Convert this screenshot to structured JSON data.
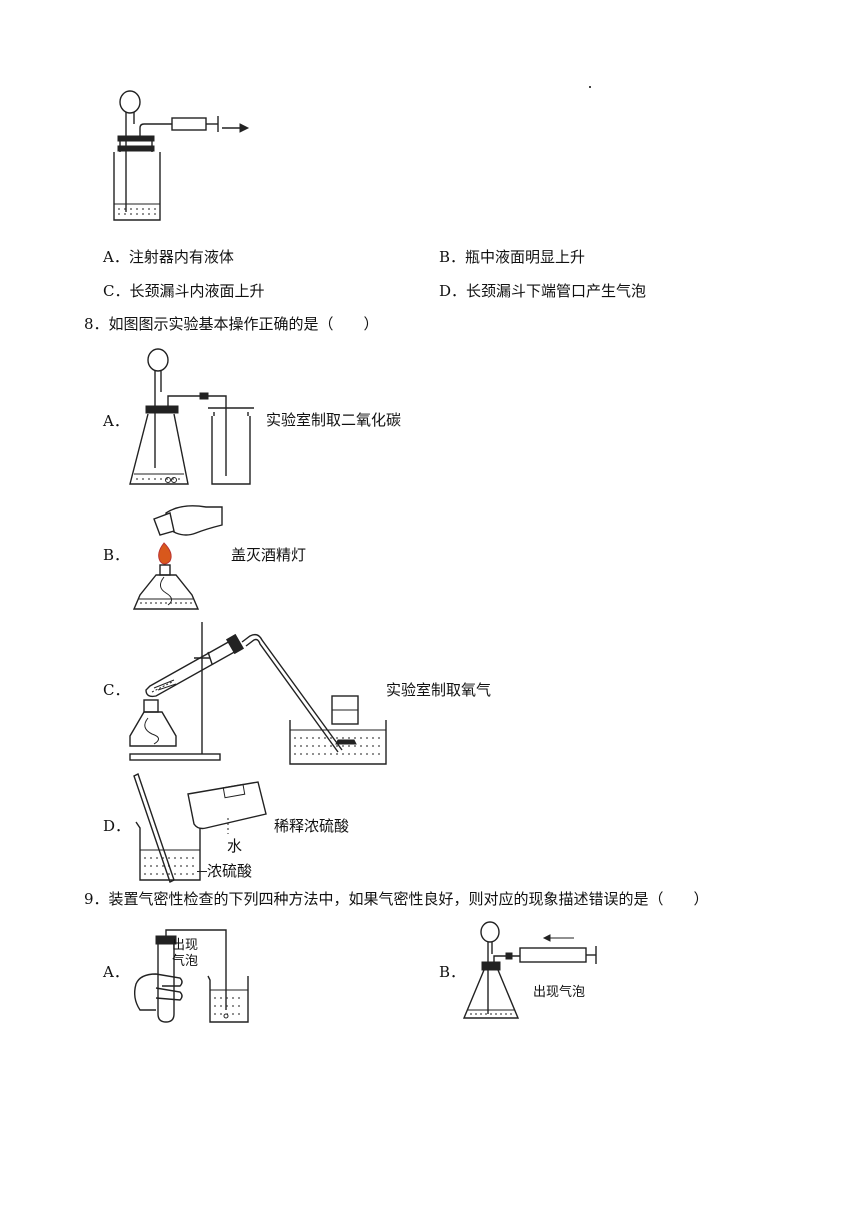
{
  "q7": {
    "options": [
      {
        "letter": "A．",
        "text": "注射器内有液体"
      },
      {
        "letter": "B．",
        "text": "瓶中液面明显上升"
      },
      {
        "letter": "C．",
        "text": "长颈漏斗内液面上升"
      },
      {
        "letter": "D．",
        "text": "长颈漏斗下端管口产生气泡"
      }
    ]
  },
  "q8": {
    "stem": "8．如图图示实验基本操作正确的是（　　）",
    "options": [
      {
        "letter": "A．",
        "caption": "实验室制取二氧化碳"
      },
      {
        "letter": "B．",
        "caption": "盖灭酒精灯"
      },
      {
        "letter": "C．",
        "caption": "实验室制取氧气"
      },
      {
        "letter": "D．",
        "caption": "稀释浓硫酸",
        "labels": [
          "水",
          "浓硫酸"
        ]
      }
    ]
  },
  "q9": {
    "stem": "9．装置气密性检查的下列四种方法中，如果气密性良好，则对应的现象描述错误的是（　　）",
    "options": [
      {
        "letter": "A．",
        "labels": [
          "出现",
          "气泡"
        ]
      },
      {
        "letter": "B．",
        "labels": [
          "出现气泡"
        ]
      }
    ]
  }
}
